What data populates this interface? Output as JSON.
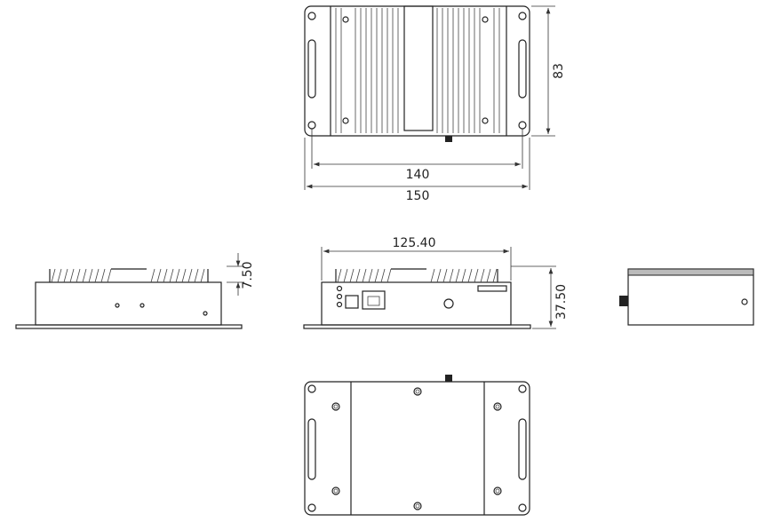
{
  "dimensions": {
    "top_height": "83",
    "top_hole_spacing": "140",
    "top_width": "150",
    "side_fin_height": "7.50",
    "front_body_width": "125.40",
    "front_height": "37.50"
  },
  "views": [
    "top-view",
    "left-side-view",
    "front-view",
    "right-side-view",
    "bottom-view"
  ],
  "colors": {
    "line": "#222222",
    "background": "#ffffff"
  }
}
